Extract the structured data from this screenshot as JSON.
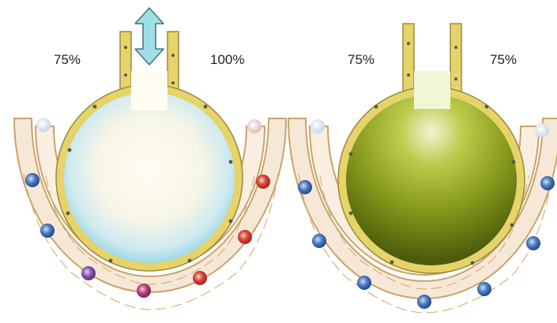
{
  "left_diagram": {
    "label_left": "75%",
    "label_right": "100%",
    "alveolus_fill": "ventilated (pale blue-white)",
    "arrow": "ventilation (bidirectional)",
    "blood_cell_colors": [
      "#2f5fa8",
      "#6a4fa0",
      "#a8306a",
      "#d23a2a"
    ]
  },
  "right_diagram": {
    "label_left": "75%",
    "label_right": "75%",
    "alveolus_fill": "unventilated (olive green)",
    "blood_cell_colors": [
      "#2f66b0"
    ]
  },
  "colors": {
    "membrane": "#e6d36a",
    "membrane_edge": "#9c8a3a",
    "capillary_fill": "#f6e8d6",
    "capillary_edge": "#c8a36a",
    "arrow_fill": "#9fdfe6",
    "arrow_stroke": "#4a6f7a"
  }
}
